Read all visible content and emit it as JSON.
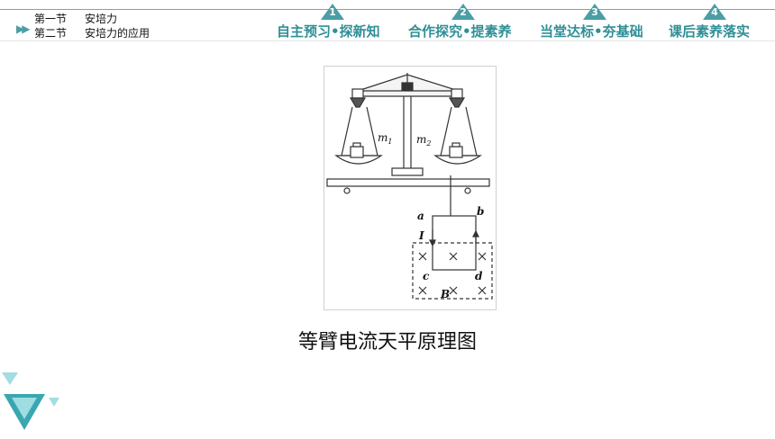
{
  "header": {
    "sections": [
      {
        "num": "第一节",
        "title": "安培力"
      },
      {
        "num": "第二节",
        "title": "安培力的应用"
      }
    ],
    "tabs": [
      {
        "badge": "1",
        "label": "自主预习•探新知"
      },
      {
        "badge": "2",
        "label": "合作探究•提素养"
      },
      {
        "badge": "3",
        "label": "当堂达标•夯基础"
      },
      {
        "badge": "4",
        "label": "课后素养落实"
      }
    ]
  },
  "figure": {
    "labels": {
      "m1": "m",
      "m1_sub": "1",
      "m2": "m",
      "m2_sub": "2",
      "a": "a",
      "b": "b",
      "I": "I",
      "c": "c",
      "d": "d",
      "B": "B"
    },
    "caption": "等臂电流天平原理图"
  },
  "colors": {
    "accent": "#2f8f96",
    "badge": "#4b9ea4",
    "line": "#333333"
  }
}
